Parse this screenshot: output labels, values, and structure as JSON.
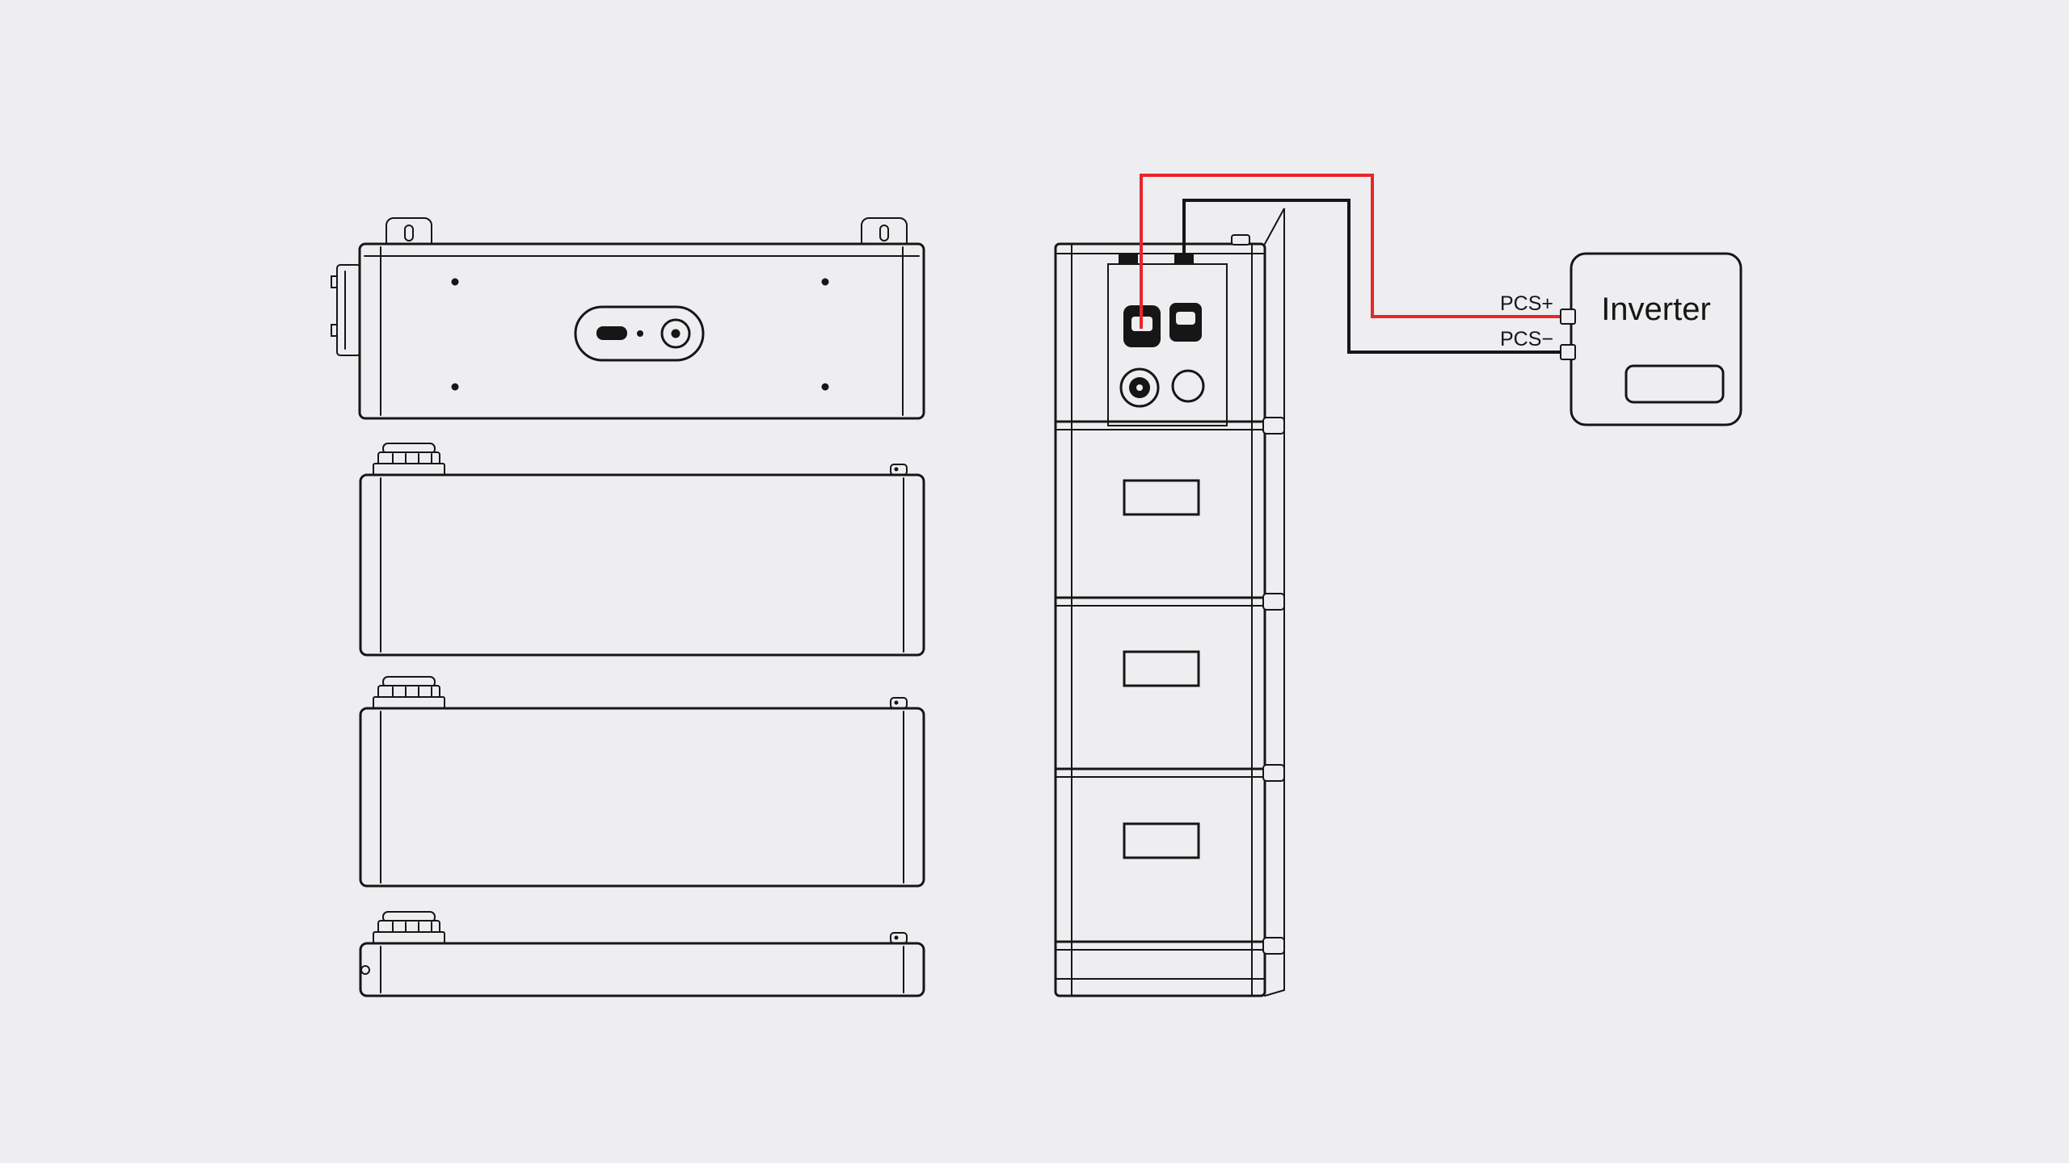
{
  "page": {
    "background_color": "#eeedf0",
    "line_color": "#161616"
  },
  "diagram": {
    "description": "Battery stack and assembled battery tower wired to inverter",
    "inverter": {
      "label": "Inverter"
    },
    "wiring": {
      "positive": {
        "label": "PCS+",
        "color": "#e8262a"
      },
      "negative": {
        "label": "PCS−",
        "color": "#161616"
      }
    }
  }
}
